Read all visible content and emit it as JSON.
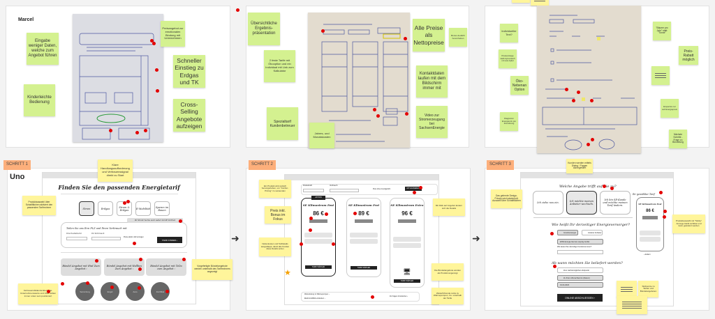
{
  "board": {
    "top": [
      {
        "title": "Marcel",
        "stickies": [
          "Eingabe weniger Daten, welche zum Angebot führen",
          "Kinderleichte Bedienung",
          "Preisangebot zur emotionalen Bindung mit Unternehmen",
          "Schneller Einstieg zu Erdgas und TK",
          "Cross-Selling Angebote aufzeigen"
        ]
      },
      {
        "stickies": [
          "Übersichtliche Ergebnis-präsentation",
          "2 feste Tarife mit Ökooption und ein Individual mit Link zum Kalkulator",
          "Spezialtarif Kundenbetreuer",
          "Jahres- und Monatskosten",
          "Alle Preise als Nettopreise",
          "Bonus deutlich hervorheben",
          "Kontaktdaten laufen mit dem Bildschirm immer mit",
          "Video zur Stromerzeugung bei SachsenEnergie"
        ]
      },
      {
        "stickies": [
          "Individueller Text?",
          "Preisanzeige stellt dynamisch mit aus Apfel",
          "Öko-Nebenan Option",
          "Diagramm Energiemix pro Zuordnung",
          "\"Bäume pro Jahr\" statt \"Tonne\"",
          "Preis-Rabatt möglich",
          "Ersparnis nur auf Energiepreis",
          "Nächste Schritte - Frage zu Bündelung"
        ]
      }
    ],
    "bottom": [
      {
        "step": "SCHRITT 1",
        "title": "Uno",
        "stickies": [
          "Klare Handlungsaufforderung und Vertrauenssignal direkt zu Start",
          "Produktauswahl über Schaltflächen aktiviert den passenden Tarifrechner",
          "Vorgefertigte Bündelangebote werden unterhalb des Tarifrechners angezeigt",
          "Vertrauensbildende Elemente. Unternehmenswerte und CSR sollten immer unten sein positioniert"
        ],
        "mock": {
          "headline": "Finden Sie den passenden Energietarif",
          "tiles": [
            "Strom",
            "Erdgas",
            "Strom & Erdgas",
            "E-Mobilität",
            "Sparen im Bauen"
          ],
          "hint": "Ihr Strom? Gerne auch weiter mit SE Vertrieb",
          "form_title": "Teilen Sie uns Ihre PLZ und Ihren Verbrauch mit",
          "plz_label": "Ihre Postleitzahl",
          "verbrauch_label": "Ihr Verbrauch",
          "checkbox_label": "Preise ab/pro Jahr anzeigen",
          "submit": "TARIF FINDEN ›",
          "bundles": [
            "Bündel Angebot mit iPad Zum Angebot ›",
            "Bündel Angebot mit Wallbox Zum Angebot ›",
            "Bündel Angebot mit TeDo zum Angebot ›"
          ],
          "circles": [
            "Sammlung",
            "Engel",
            "Auto",
            "Zertifikat"
          ]
        }
      },
      {
        "step": "SCHRITT 2",
        "stickies": [
          "Ein Produkt wird optisch hervorgehoben, um \"Anchor-Pricing\" zu verwenden",
          "Preis inkl. Bonus im Fokus",
          "Nebenkosten und Tarifdetails ausgeklappt, damit alle Kunden diese Details sehen",
          "Mit Klick auf Angebot ändern sich die Details",
          "Die Bündelangebote werden als Produkt angezeigt",
          "Weiterführende Links zu Wärmepumpen, Co. unterhalb der Tarife"
        ],
        "mock": {
          "plz_label": "Postleitzahl",
          "verbrauch_label": "Verbrauch",
          "checkbox_label": "Preis ohne Grundgebühr",
          "update": "AKTUALISIEREN ›",
          "badge": "AKTION",
          "cards": [
            {
              "name": "SE Klimastrom Fest",
              "price": "86 €",
              "cta": "TARIF WÄHLEN"
            },
            {
              "name": "SE Klimastrom Frei",
              "price": "89 €",
              "cta": "TARIF WÄHLEN"
            },
            {
              "name": "SE Klimastrom Extra",
              "price": "96 €",
              "cta": "TARIF WÄHLEN"
            }
          ],
          "footer_links": [
            "Weiterleitung zu Wärmepumpen ›",
            "Elektromobilität entdecken ›"
          ],
          "footer_right": "Zu Fragen & Antworten ›"
        }
      },
      {
        "step": "SCHRITT 3",
        "stickies": [
          "Kunden werden mittels Dialog / Fragen durchgeführt",
          "Das gelernte Design-Prinzip wird wiederholt: Auswahl über Schaltflächen",
          "Produktauswahl mit \"Sticky\" Anzeige bleibt sichtbar und kann geändert werden",
          "Stichworte zu Tarifen und Bündelangeboten"
        ],
        "mock": {
          "q1": "Welche Angabe trifft auf Sie zu?",
          "options": [
            "Ich ziehe neu ein.",
            "Ich möchte meinen Anbieter wechseln.",
            "Ich bin SE-Kunde und möchte meinen Tarif ändern."
          ],
          "q2": "Wie heißt Ihr derzeitiger Energieversorger?",
          "q2_options": [
            "Grundversorger",
            "Anderer Anbieter"
          ],
          "q2_field": "ESW Energie-Service Leipzig GmbH",
          "q2_label": "Wie lautet Ihre derzeitige Kundennummer?",
          "q3": "Ab wann möchten Sie beliefert werden?",
          "q3_options": [
            "Zum nächstmöglichen Zeitpunkt",
            "Zu Ihrem Wunschtermin (Datum)"
          ],
          "q3_field": "01.04.2023",
          "submit": "ONLINE ABSCHLIESSEN ›",
          "side_label": "Ihr gewählter Tarif",
          "side_name": "SE Klimastrom Fest",
          "side_price": "86 €",
          "side_change": "› ändern"
        }
      }
    ]
  },
  "colors": {
    "green_sticky": "#d4f190",
    "yellow_sticky": "#fff59b",
    "step_label": "#fdaf7b",
    "marker": "#e30000"
  }
}
